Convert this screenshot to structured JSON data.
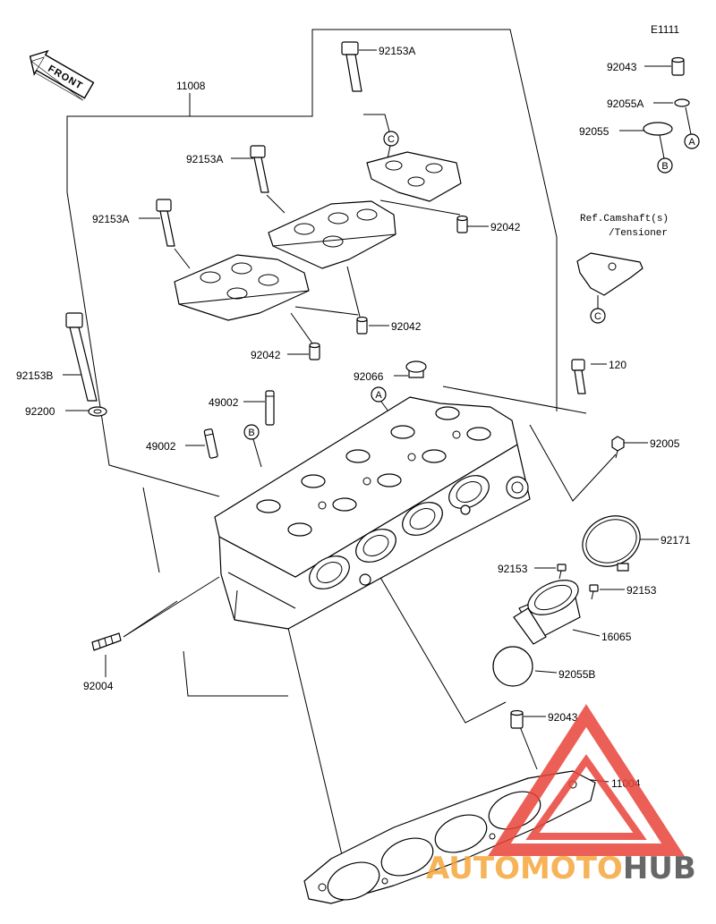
{
  "diagram_code": "E1111",
  "front_label": "FRONT",
  "callouts": [
    "11008",
    "92153A",
    "92153A",
    "92153A",
    "92043",
    "92055A",
    "92055",
    "92042",
    "92042",
    "92042",
    "92153B",
    "92200",
    "92066",
    "120",
    "49002",
    "49002",
    "92005",
    "92171",
    "92153",
    "92153",
    "16065",
    "92004",
    "92055B",
    "92043",
    "11004"
  ],
  "markers": [
    "A",
    "B",
    "C",
    "C",
    "A",
    "B"
  ],
  "ref_note": {
    "line1": "Ref.Camshaft(s)",
    "line2": "/Tensioner"
  },
  "watermark": {
    "part1": "AUTOMOTO",
    "part2": "HUB"
  },
  "colors": {
    "line": "#000000",
    "watermark_primary": "#f5a63b",
    "watermark_secondary": "#4d4d4d",
    "watermark_logo": "#e8443a"
  }
}
